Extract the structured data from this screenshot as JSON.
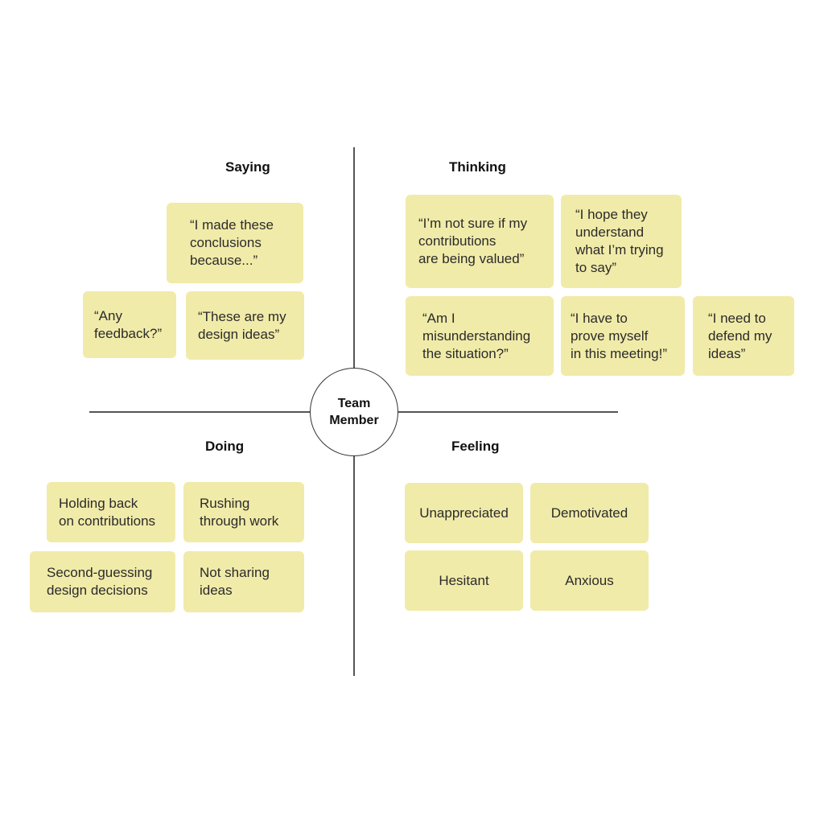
{
  "center": {
    "label": "Team\nMember"
  },
  "quadrants": {
    "saying": {
      "title": "Saying",
      "notes": [
        "“I made these\nconclusions\nbecause...”",
        "“Any\nfeedback?”",
        "“These are my\ndesign ideas”"
      ]
    },
    "thinking": {
      "title": "Thinking",
      "notes": [
        "“I’m not sure if my\ncontributions\nare being valued”",
        "“I hope they\nunderstand\nwhat I’m trying\nto say”",
        "“Am I\nmisunderstanding\nthe situation?”",
        "“I have to\nprove myself\nin this meeting!”",
        "“I need to\ndefend my\nideas”"
      ]
    },
    "doing": {
      "title": "Doing",
      "notes": [
        "Holding back\non contributions",
        "Rushing\nthrough work",
        "Second-guessing\ndesign decisions",
        "Not sharing\nideas"
      ]
    },
    "feeling": {
      "title": "Feeling",
      "notes": [
        "Unappreciated",
        "Demotivated",
        "Hesitant",
        "Anxious"
      ]
    }
  },
  "colors": {
    "note": "#f1eba9",
    "axis": "#555555",
    "background": "#ffffff"
  }
}
